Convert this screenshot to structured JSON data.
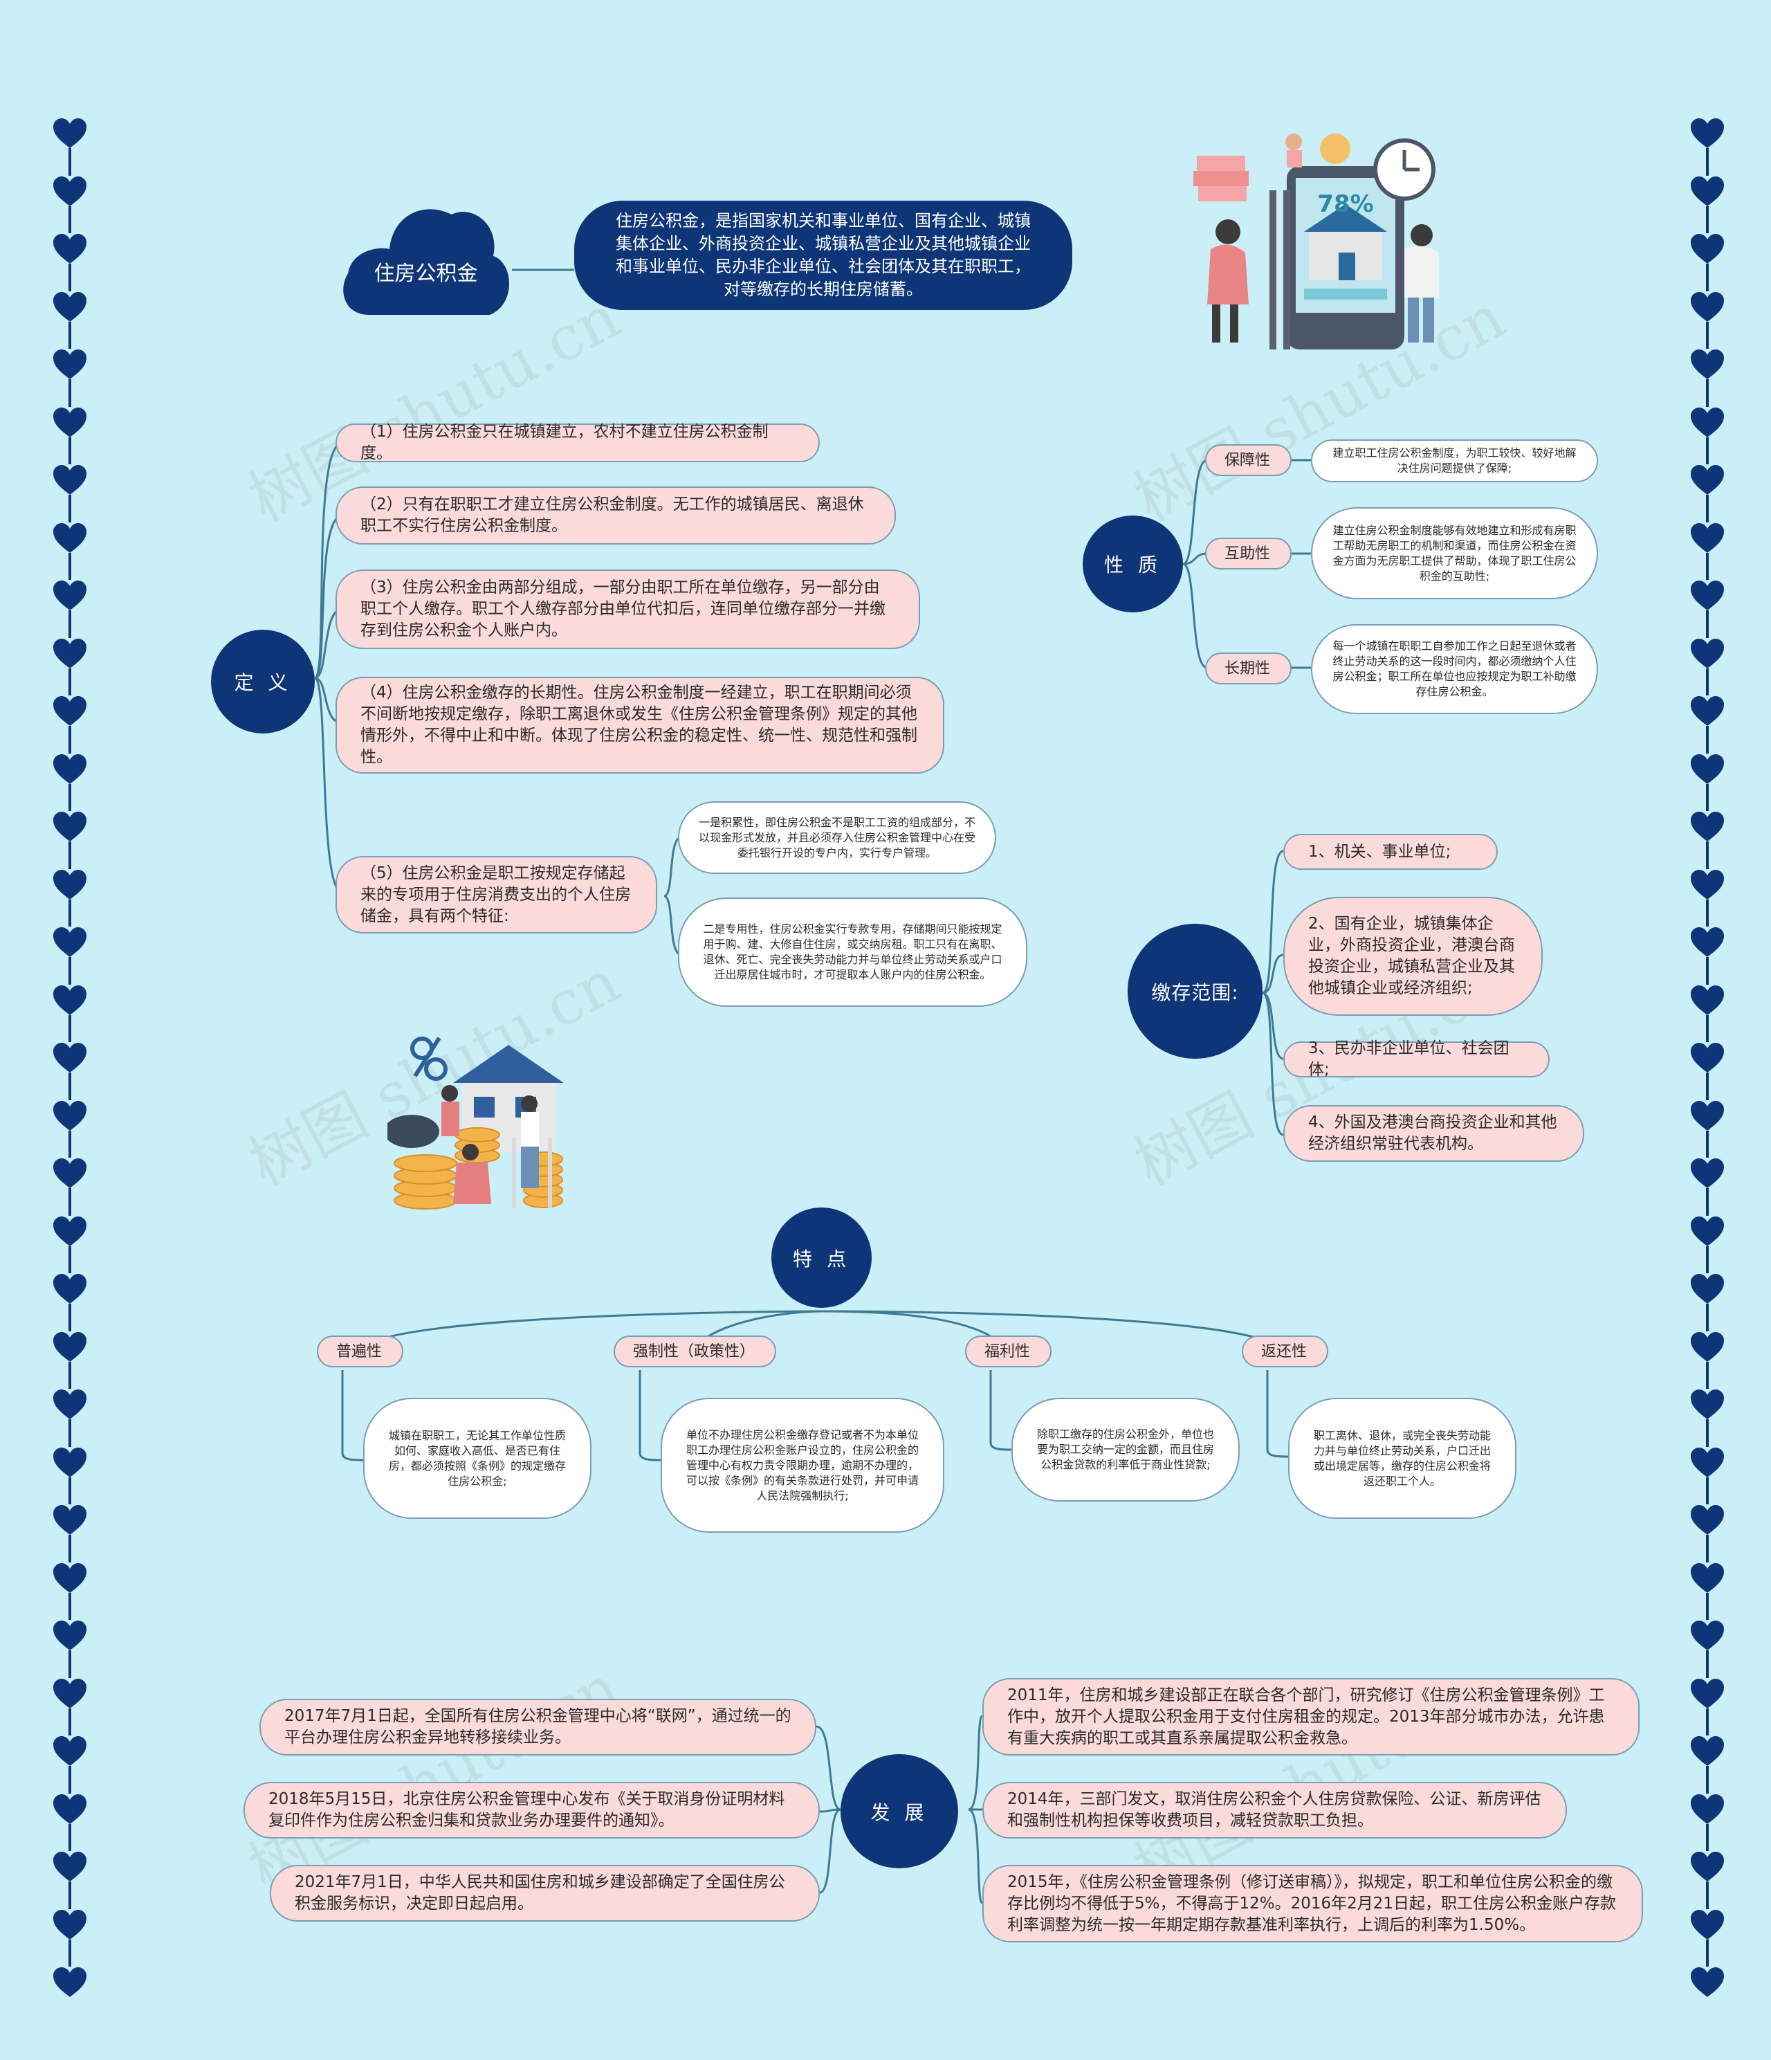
{
  "root": {
    "title": "住房公积金",
    "definition": "住房公积金，是指国家机关和事业单位、国有企业、城镇集体企业、外商投资企业、城镇私营企业及其他城镇企业和事业单位、民办非企业单位、社会团体及其在职职工，对等缴存的长期住房储蓄。"
  },
  "dingyi": {
    "label": "定 义",
    "items": [
      "（1）住房公积金只在城镇建立，农村不建立住房公积金制度。",
      "（2）只有在职职工才建立住房公积金制度。无工作的城镇居民、离退休职工不实行住房公积金制度。",
      "（3）住房公积金由两部分组成，一部分由职工所在单位缴存，另一部分由职工个人缴存。职工个人缴存部分由单位代扣后，连同单位缴存部分一并缴存到住房公积金个人账户内。",
      "（4）住房公积金缴存的长期性。住房公积金制度一经建立，职工在职期间必须不间断地按规定缴存，除职工离退休或发生《住房公积金管理条例》规定的其他情形外，不得中止和中断。体现了住房公积金的稳定性、统一性、规范性和强制性。",
      "（5）住房公积金是职工按规定存储起来的专项用于住房消费支出的个人住房储金，具有两个特征:"
    ],
    "features": [
      "一是积累性，即住房公积金不是职工工资的组成部分，不以现金形式发放，并且必须存入住房公积金管理中心在受委托银行开设的专户内，实行专户管理。",
      "二是专用性，住房公积金实行专款专用，存储期间只能按规定用于购、建、大修自住住房，或交纳房租。职工只有在离职、退休、死亡、完全丧失劳动能力并与单位终止劳动关系或户口迁出原居住城市时，才可提取本人账户内的住房公积金。"
    ]
  },
  "xingzhi": {
    "label": "性 质",
    "items": [
      {
        "name": "保障性",
        "desc": "建立职工住房公积金制度，为职工较快、较好地解决住房问题提供了保障;"
      },
      {
        "name": "互助性",
        "desc": "建立住房公积金制度能够有效地建立和形成有房职工帮助无房职工的机制和渠道，而住房公积金在资金方面为无房职工提供了帮助，体现了职工住房公积金的互助性;"
      },
      {
        "name": "长期性",
        "desc": "每一个城镇在职职工自参加工作之日起至退休或者终止劳动关系的这一段时间内，都必须缴纳个人住房公积金；职工所在单位也应按规定为职工补助缴存住房公积金。"
      }
    ]
  },
  "fanwei": {
    "label": "缴存范围:",
    "items": [
      "1、机关、事业单位;",
      "2、国有企业，城镇集体企业，外商投资企业，港澳台商投资企业，城镇私营企业及其他城镇企业或经济组织;",
      "3、民办非企业单位、社会团体;",
      "4、外国及港澳台商投资企业和其他经济组织常驻代表机构。"
    ]
  },
  "tedian": {
    "label": "特 点",
    "items": [
      {
        "name": "普遍性",
        "desc": "城镇在职职工，无论其工作单位性质如何、家庭收入高低、是否已有住房，都必须按照《条例》的规定缴存住房公积金;"
      },
      {
        "name": "强制性（政策性）",
        "desc": "单位不办理住房公积金缴存登记或者不为本单位职工办理住房公积金账户设立的，住房公积金的管理中心有权力责令限期办理，逾期不办理的，可以按《条例》的有关条款进行处罚，并可申请人民法院强制执行;"
      },
      {
        "name": "福利性",
        "desc": "除职工缴存的住房公积金外，单位也要为职工交纳一定的金额，而且住房公积金贷款的利率低于商业性贷款;"
      },
      {
        "name": "返还性",
        "desc": "职工离休、退休，或完全丧失劳动能力并与单位终止劳动关系，户口迁出或出境定居等，缴存的住房公积金将返还职工个人。"
      }
    ]
  },
  "fazhan": {
    "label": "发 展",
    "left": [
      "2017年7月1日起，全国所有住房公积金管理中心将“联网”，通过统一的平台办理住房公积金异地转移接续业务。",
      "2018年5月15日，北京住房公积金管理中心发布《关于取消身份证明材料复印件作为住房公积金归集和贷款业务办理要件的通知》。",
      "2021年7月1日，中华人民共和国住房和城乡建设部确定了全国住房公积金服务标识，决定即日起启用。"
    ],
    "right": [
      "2011年，住房和城乡建设部正在联合各个部门，研究修订《住房公积金管理条例》工作中，放开个人提取公积金用于支付住房租金的规定。2013年部分城市办法，允许患有重大疾病的职工或其直系亲属提取公积金救急。",
      "2014年，三部门发文，取消住房公积金个人住房贷款保险、公证、新房评估和强制性机构担保等收费项目，减轻贷款职工负担。",
      "2015年，《住房公积金管理条例（修订送审稿）》，拟规定，职工和单位住房公积金的缴存比例均不得低于5%，不得高于12%。2016年2月21日起，职工住房公积金账户存款利率调整为统一按一年期定期存款基准利率执行，上调后的利率为1.50%。"
    ]
  },
  "illustration": {
    "percent": "78%"
  },
  "watermark": "树图 shutu.cn",
  "colors": {
    "background": "#cbeff6",
    "hub": "#0e3578",
    "pill": "#fbdada",
    "line": "#3e7a94"
  }
}
